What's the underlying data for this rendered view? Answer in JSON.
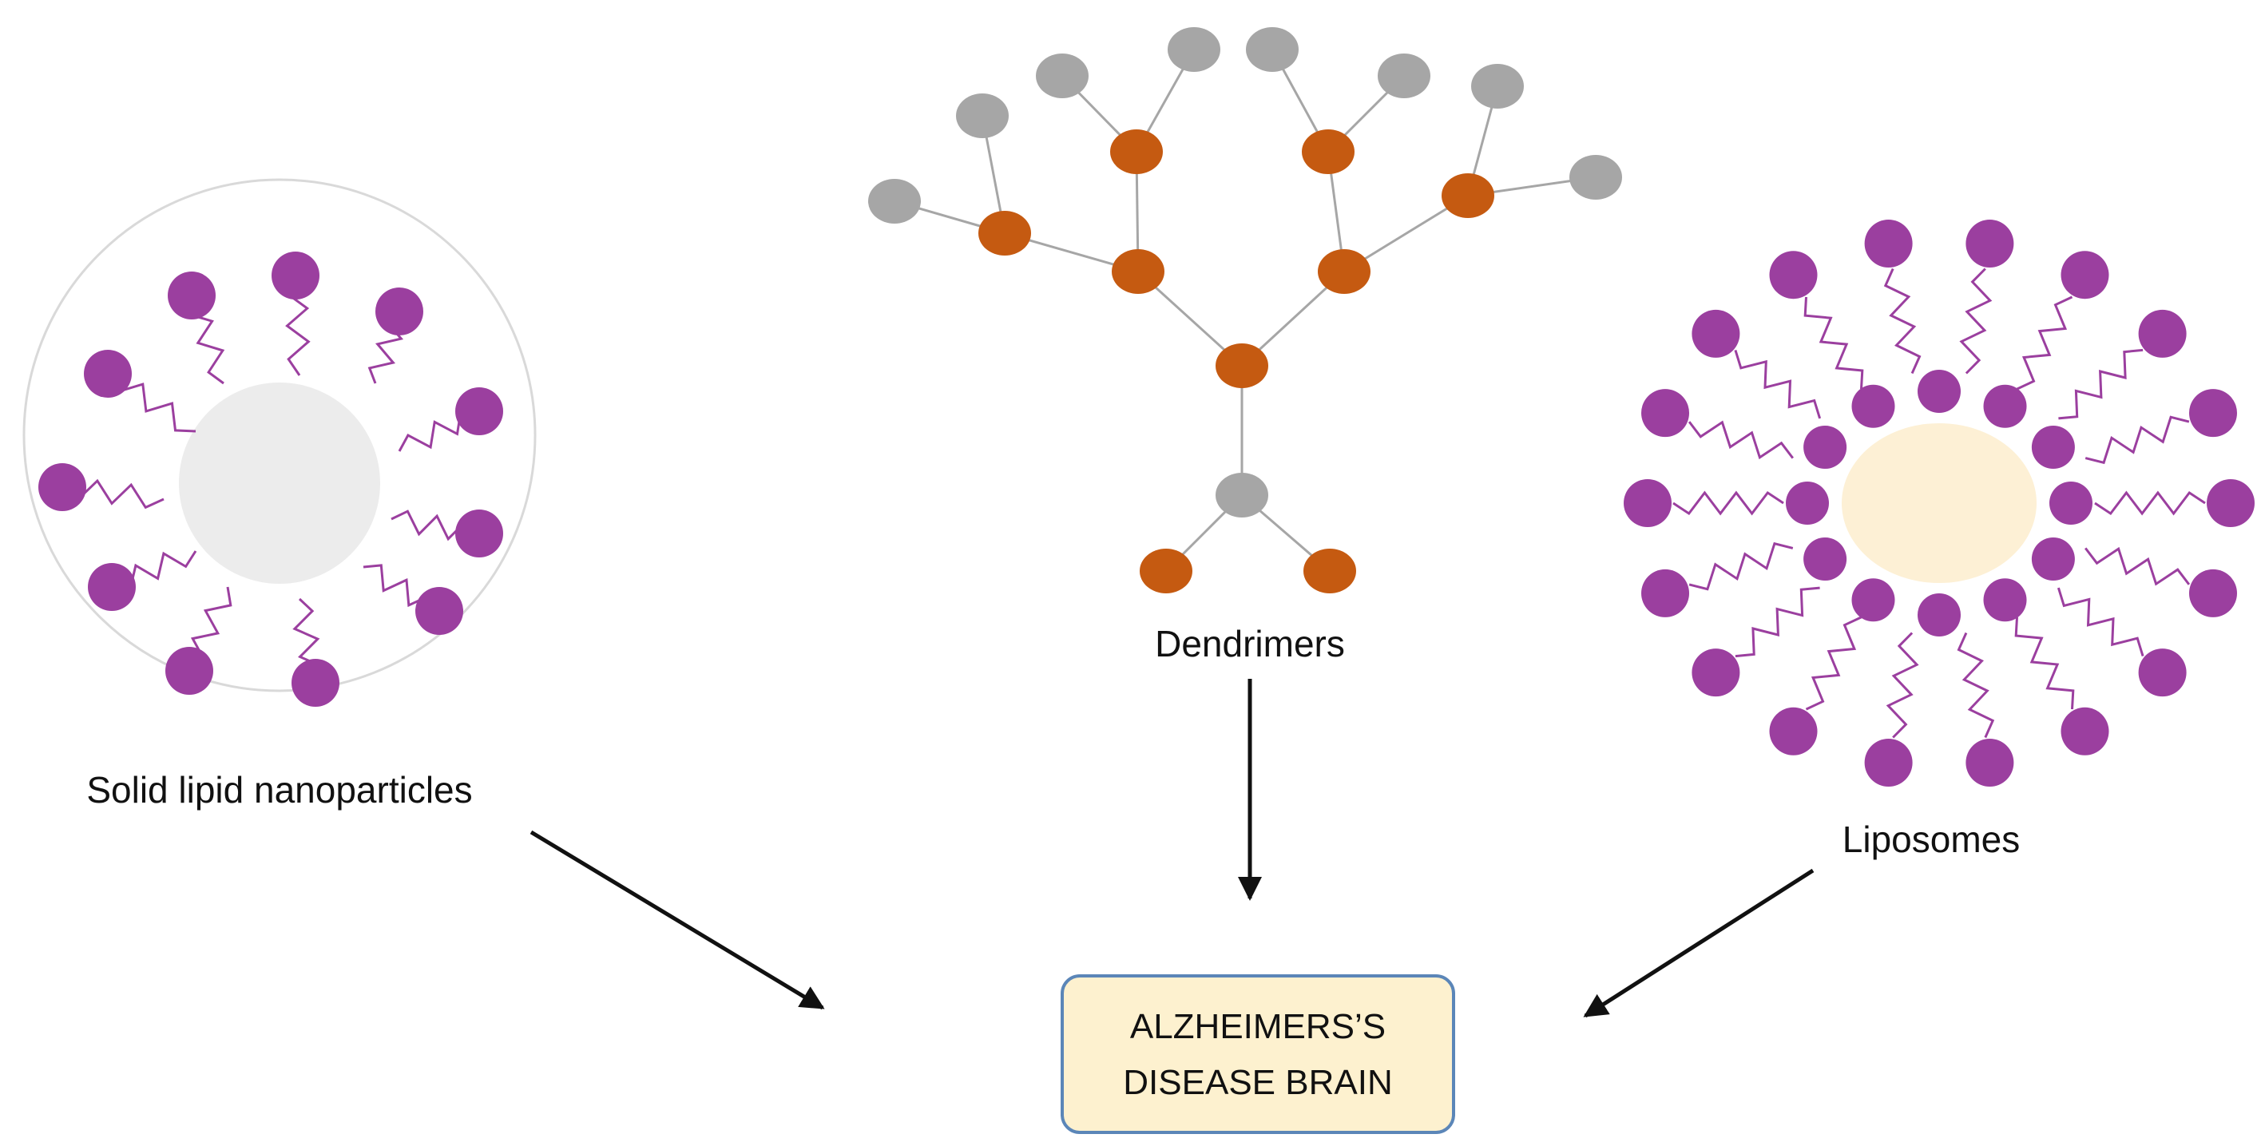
{
  "labels": {
    "sln": "Solid lipid nanoparticles",
    "dendrimers": "Dendrimers",
    "liposomes": "Liposomes"
  },
  "target": {
    "line1": "ALZHEIMERS’S",
    "line2": "DISEASE BRAIN"
  },
  "colors": {
    "lipid_head": "#9b3f9f",
    "lipid_tail": "#9b3f9f",
    "sln_core": "#ececec",
    "sln_shell": "#d9d9d9",
    "dendrimer_node": "#c55a11",
    "dendrimer_end": "#a6a6a6",
    "dendrimer_link": "#a6a6a6",
    "liposome_core": "#fdf0d5",
    "target_fill": "#fdf1cf",
    "target_stroke": "#5b86b8",
    "arrow": "#111111"
  },
  "icons": {
    "sln": "solid-lipid-nanoparticle-icon",
    "dendrimer": "dendrimer-icon",
    "liposome": "liposome-icon"
  }
}
